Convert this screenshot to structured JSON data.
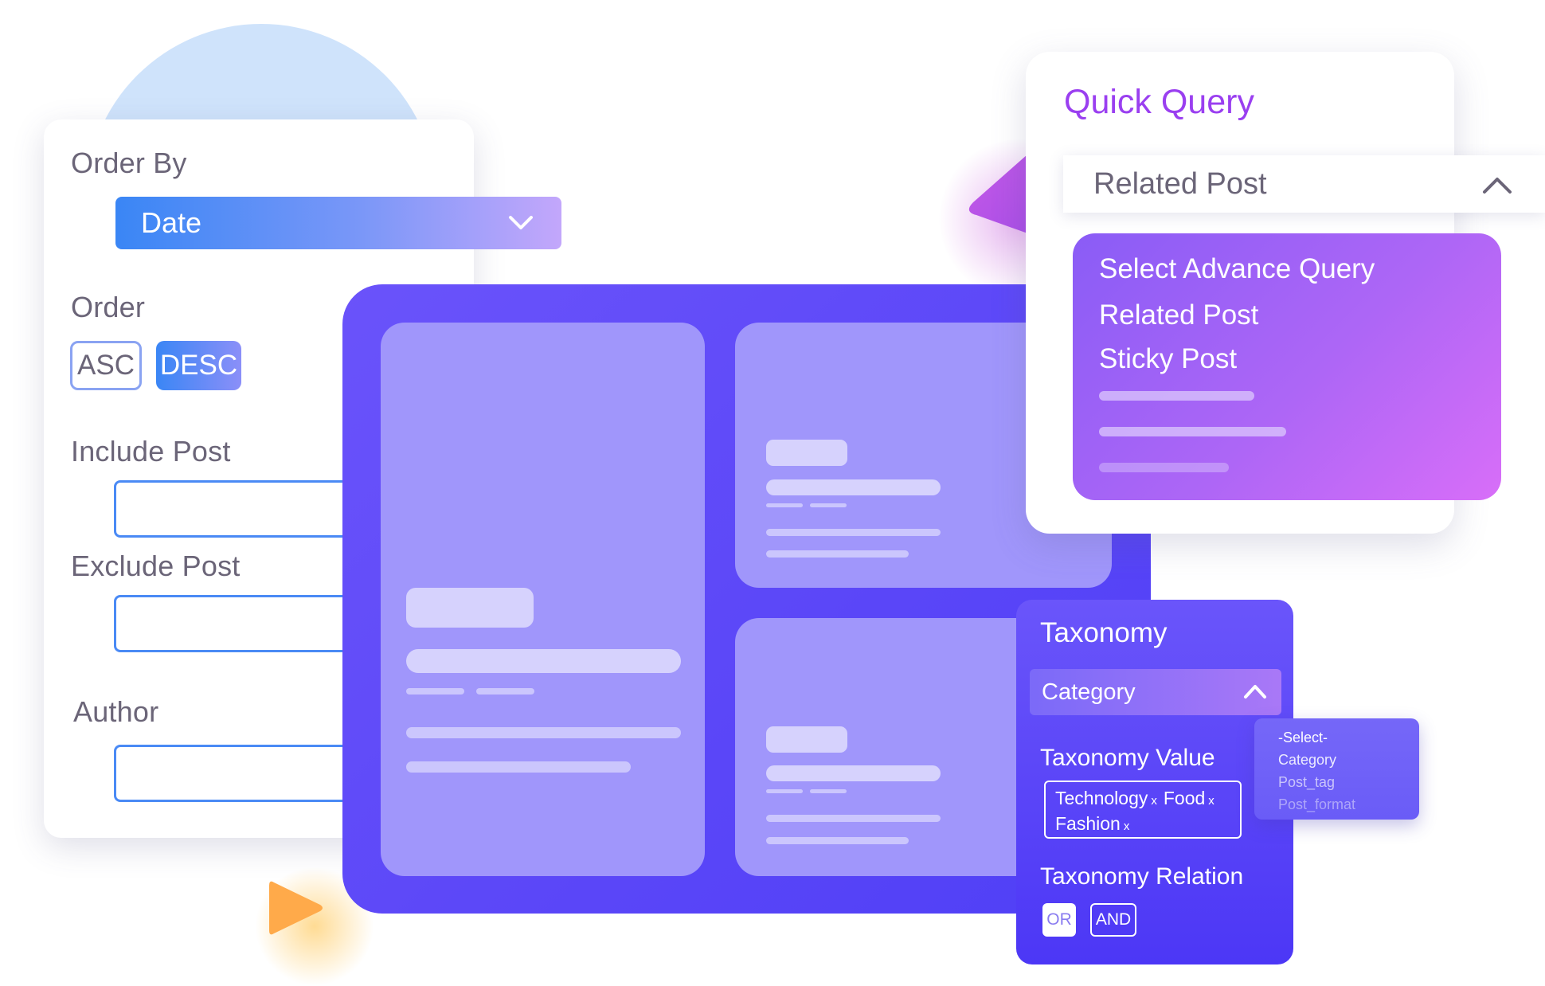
{
  "order_panel": {
    "order_by_label": "Order By",
    "order_by_value": "Date",
    "order_label": "Order",
    "asc_label": "ASC",
    "desc_label": "DESC",
    "include_post_label": "Include Post",
    "exclude_post_label": "Exclude Post",
    "author_label": "Author"
  },
  "quick_query": {
    "title": "Quick Query",
    "selected": "Related Post",
    "options": [
      "Select Advance Query",
      "Related Post",
      "Sticky Post"
    ]
  },
  "taxonomy": {
    "title": "Taxonomy",
    "selected": "Category",
    "dropdown_options": [
      "-Select-",
      "Category",
      "Post_tag",
      "Post_format"
    ],
    "value_label": "Taxonomy Value",
    "tags": [
      "Technology",
      "Food",
      "Fashion"
    ],
    "tag_remove_glyph": "x",
    "relation_label": "Taxonomy Relation",
    "or_label": "OR",
    "and_label": "AND"
  },
  "colors": {
    "accent_blue": "#3a86f5",
    "accent_purple": "#9a3ff0",
    "board_indigo": "#5a46f8"
  }
}
